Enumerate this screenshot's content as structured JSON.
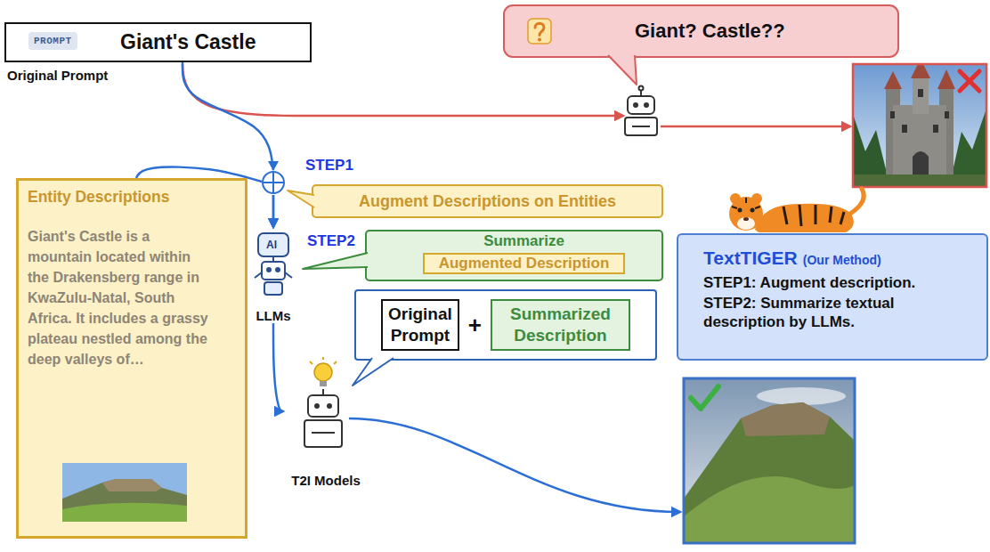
{
  "diagram": {
    "nodes": [
      {
        "text": [
          "Giant's Castle",
          "Original Prompt"
        ]
      },
      {
        "text": [
          "PROMPT"
        ],
        "in": 0
      },
      {
        "text": [
          "Giant? Castle??"
        ]
      },
      {
        "text": [
          "Entity Descriptions",
          "Giant's Castle is a mountain located within the Drakensberg range in KwaZulu-Natal, South Africa. It includes a grassy plateau nestled among the deep valleys of…"
        ]
      },
      {
        "text": [
          "Augment Descriptions on Entities"
        ]
      },
      {
        "text": [
          "LLMs"
        ]
      },
      {
        "text": [
          "Summarize"
        ]
      },
      {
        "text": [
          "Augmented Description"
        ],
        "in": 6
      },
      {
        "text": [
          "TextTIGER",
          "(Our Method)",
          "STEP1: Augment description.",
          "STEP2: Summarize textual description by LLMs."
        ]
      },
      {
        "text": [
          "+"
        ]
      },
      {
        "text": [
          "Original Prompt"
        ],
        "in": 9
      },
      {
        "text": [
          "Summarized Description"
        ],
        "in": 9
      },
      {
        "text": [
          "T2I Models"
        ]
      }
    ],
    "edges": [
      {
        "from": 0,
        "to": 5,
        "arrow": "to"
      },
      {
        "from": 3,
        "to": 5,
        "arrow": "to"
      },
      {
        "from": 5,
        "to": 12,
        "arrow": "to"
      }
    ],
    "labels": [
      "STEP1",
      "STEP2",
      "AI"
    ]
  }
}
